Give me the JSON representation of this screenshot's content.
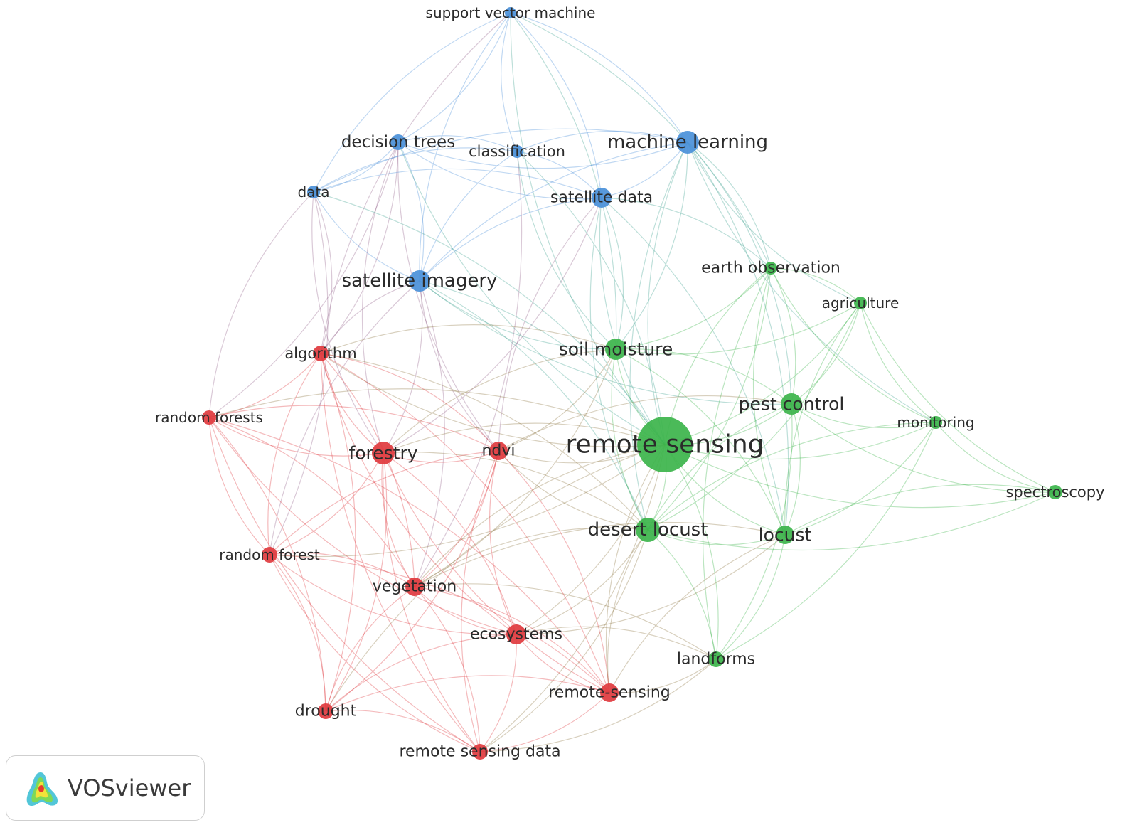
{
  "colors": {
    "blue": "#4a90d9",
    "green": "#3cb44b",
    "red": "#e0393e"
  },
  "brand": {
    "name": "VOSviewer",
    "logo_icon": "vosviewer-logo-icon"
  },
  "network": {
    "nodes": [
      {
        "id": "svm",
        "label": "support vector machine",
        "cluster": "blue"
      },
      {
        "id": "dt",
        "label": "decision trees",
        "cluster": "blue"
      },
      {
        "id": "cls",
        "label": "classification",
        "cluster": "blue"
      },
      {
        "id": "ml",
        "label": "machine learning",
        "cluster": "blue"
      },
      {
        "id": "data",
        "label": "data",
        "cluster": "blue"
      },
      {
        "id": "sd",
        "label": "satellite data",
        "cluster": "blue"
      },
      {
        "id": "si",
        "label": "satellite imagery",
        "cluster": "blue"
      },
      {
        "id": "eo",
        "label": "earth observation",
        "cluster": "green"
      },
      {
        "id": "agri",
        "label": "agriculture",
        "cluster": "green"
      },
      {
        "id": "sm",
        "label": "soil moisture",
        "cluster": "green"
      },
      {
        "id": "pc",
        "label": "pest control",
        "cluster": "green"
      },
      {
        "id": "mon",
        "label": "monitoring",
        "cluster": "green"
      },
      {
        "id": "rs",
        "label": "remote sensing",
        "cluster": "green"
      },
      {
        "id": "spec",
        "label": "spectroscopy",
        "cluster": "green"
      },
      {
        "id": "dl",
        "label": "desert locust",
        "cluster": "green"
      },
      {
        "id": "loc",
        "label": "locust",
        "cluster": "green"
      },
      {
        "id": "land",
        "label": "landforms",
        "cluster": "green"
      },
      {
        "id": "alg",
        "label": "algorithm",
        "cluster": "red"
      },
      {
        "id": "rfs",
        "label": "random forests",
        "cluster": "red"
      },
      {
        "id": "for",
        "label": "forestry",
        "cluster": "red"
      },
      {
        "id": "ndvi",
        "label": "ndvi",
        "cluster": "red"
      },
      {
        "id": "rf",
        "label": "random forest",
        "cluster": "red"
      },
      {
        "id": "veg",
        "label": "vegetation",
        "cluster": "red"
      },
      {
        "id": "eco",
        "label": "ecosystems",
        "cluster": "red"
      },
      {
        "id": "rsh",
        "label": "remote-sensing",
        "cluster": "red"
      },
      {
        "id": "dr",
        "label": "drought",
        "cluster": "red"
      },
      {
        "id": "rsd",
        "label": "remote sensing data",
        "cluster": "red"
      }
    ]
  }
}
